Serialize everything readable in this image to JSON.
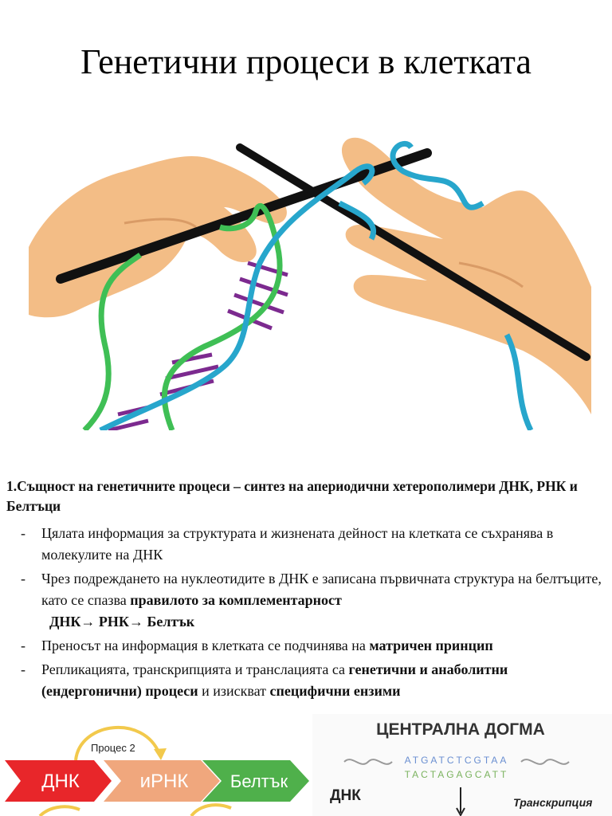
{
  "title": "Генетични процеси в клетката",
  "illustration": {
    "name": "hands-knitting-dna",
    "colors": {
      "skin": "#f3bd86",
      "skin_shadow": "#d99b66",
      "needle": "#111111",
      "strand_green": "#3fbf55",
      "strand_blue": "#27a6cc",
      "base_pairs": "#7c2a8f"
    }
  },
  "section": {
    "heading": "1.Същност на генетичните процеси – синтез на апериодични хетерополимери ДНК, РНК и Белтъци",
    "bullets": [
      {
        "marker": "-",
        "line1": "Цялата информация за структурата и жизнената дейност на клетката се съхранява в молекулите на ДНК"
      },
      {
        "marker": "-",
        "text_before": "Чрез подреждането на нуклеотидите в ДНК е записана първичната структура на белтъците, като се спазва ",
        "bold": "правилото за комплементарност",
        "bold_line2": "ДНК→ РНК→ Белтък"
      },
      {
        "marker": "-",
        "text_before": "Преносът на информация в клетката се подчинява на ",
        "bold": "матричен принцип"
      },
      {
        "marker": "-",
        "text_before": "Репликацията, транскрипцията и транслацията са ",
        "bold1": "генетични и анаболитни (ендергонични) процеси",
        "text_mid": " и изискват ",
        "bold2": "специфични ензими"
      }
    ]
  },
  "flow_diagram": {
    "process_label": "Процес 2",
    "stages": [
      "ДНК",
      "иРНК",
      "Белтък"
    ],
    "colors": {
      "dna": "#e8262a",
      "rna": "#f0a77d",
      "protein": "#4fb04b",
      "arc": "#f2c94c"
    }
  },
  "central_dogma": {
    "title": "ЦЕНТРАЛНА ДОГМА",
    "top_strand": "ATGATCTCGTAA",
    "bottom_strand": "TACTAGAGCATT",
    "dna_label": "ДНК",
    "process_label": "Транскрипция",
    "colors": {
      "top": "#6a8fd1",
      "bottom": "#7bb35f"
    }
  }
}
